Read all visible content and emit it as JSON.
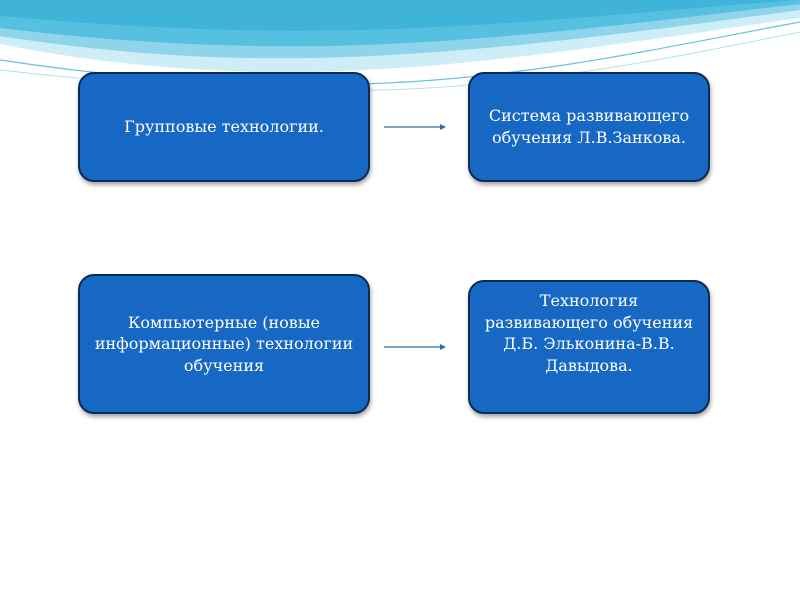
{
  "diagram": {
    "nodes": [
      {
        "id": "group-tech",
        "label": "Групповые технологии."
      },
      {
        "id": "zankov",
        "label": "Система развивающего обучения Л.В.Занкова."
      },
      {
        "id": "computer-tech",
        "label": "Компьютерные (новые информационные) технологии обучения"
      },
      {
        "id": "elkonin",
        "label": "Технология развивающего обучения Д.Б. Эльконина-В.В. Давыдова."
      }
    ],
    "edges": [
      {
        "from": "group-tech",
        "to": "zankov"
      },
      {
        "from": "computer-tech",
        "to": "elkonin"
      }
    ]
  },
  "colors": {
    "box_fill": "#1668c4",
    "box_border": "#0d2b52",
    "arrow": "#2f6fa8",
    "wave_light": "#cdeef6",
    "wave_mid": "#8fd4ea",
    "wave_dark": "#3fb3d8"
  }
}
